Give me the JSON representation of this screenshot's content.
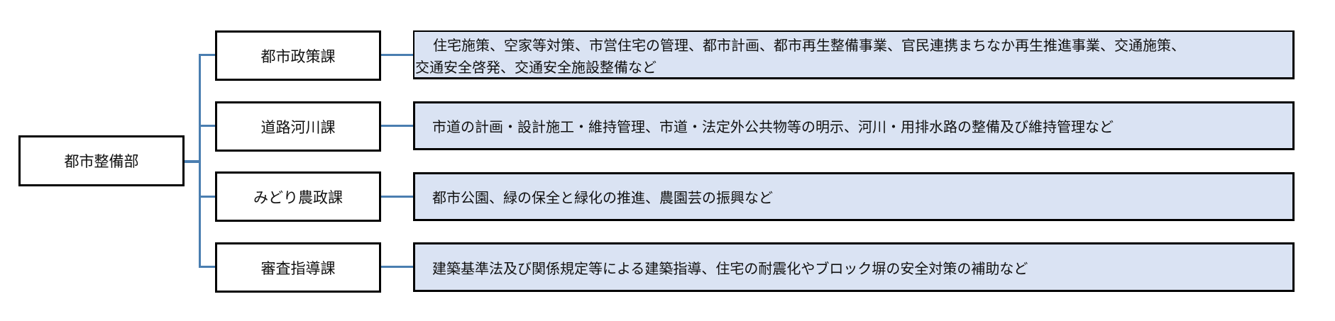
{
  "diagram": {
    "root": {
      "label": "都市整備部"
    },
    "branches": [
      {
        "label": "都市政策課",
        "description_lines": [
          "住宅施策、空家等対策、市営住宅の管理、都市計画、都市再生整備事業、官民連携まちなか再生推進事業、交通施策、",
          "交通安全啓発、交通安全施設整備など"
        ]
      },
      {
        "label": "道路河川課",
        "description": "市道の計画・設計施工・維持管理、市道・法定外公共物等の明示、河川・用排水路の整備及び維持管理など"
      },
      {
        "label": "みどり農政課",
        "description": "都市公園、緑の保全と緑化の推進、農園芸の振興など"
      },
      {
        "label": "審査指導課",
        "description": "建築基準法及び関係規定等による建築指導、住宅の耐震化やブロック塀の安全対策の補助など"
      }
    ],
    "colors": {
      "connector": "#4a7eb0",
      "description_fill": "#dae3f3",
      "box_border": "#000000",
      "box_fill": "#ffffff"
    }
  }
}
